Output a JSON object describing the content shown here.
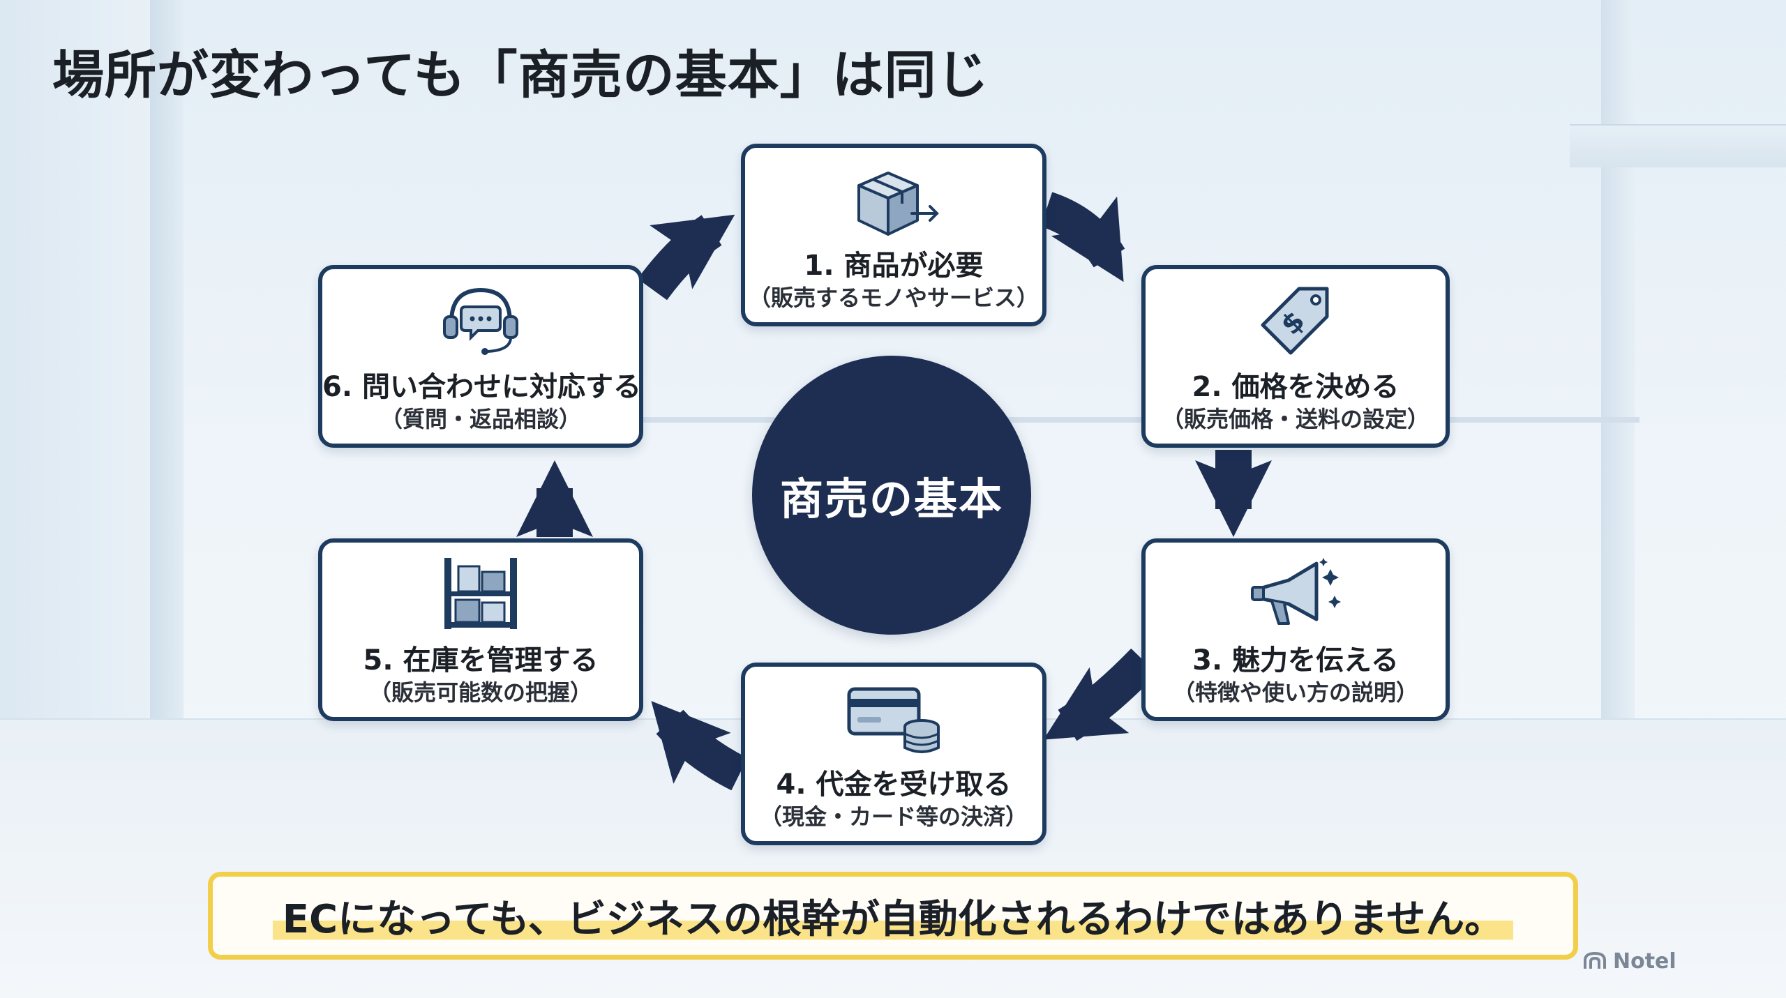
{
  "title": "場所が変わっても「商売の基本」は同じ",
  "center_label": "商売の基本",
  "steps": [
    {
      "label": "1. 商品が必要",
      "sub": "（販売するモノやサービス）",
      "icon": "package-icon"
    },
    {
      "label": "2. 価格を決める",
      "sub": "（販売価格・送料の設定）",
      "icon": "price-tag-icon"
    },
    {
      "label": "3. 魅力を伝える",
      "sub": "（特徴や使い方の説明）",
      "icon": "megaphone-icon"
    },
    {
      "label": "4. 代金を受け取る",
      "sub": "（現金・カード等の決済）",
      "icon": "payment-card-coins-icon"
    },
    {
      "label": "5. 在庫を管理する",
      "sub": "（販売可能数の把握）",
      "icon": "inventory-shelf-icon"
    },
    {
      "label": "6. 問い合わせに対応する",
      "sub": "（質問・返品相談）",
      "icon": "headset-chat-icon"
    }
  ],
  "message": "ECになっても、ビジネスの根幹が自動化されるわけではありません。",
  "watermark": "Notel",
  "colors": {
    "navy": "#1d2e52",
    "box_border": "#1d3a5f",
    "highlight_border": "#f2cf4a",
    "highlight_marker": "#fbe38a"
  }
}
